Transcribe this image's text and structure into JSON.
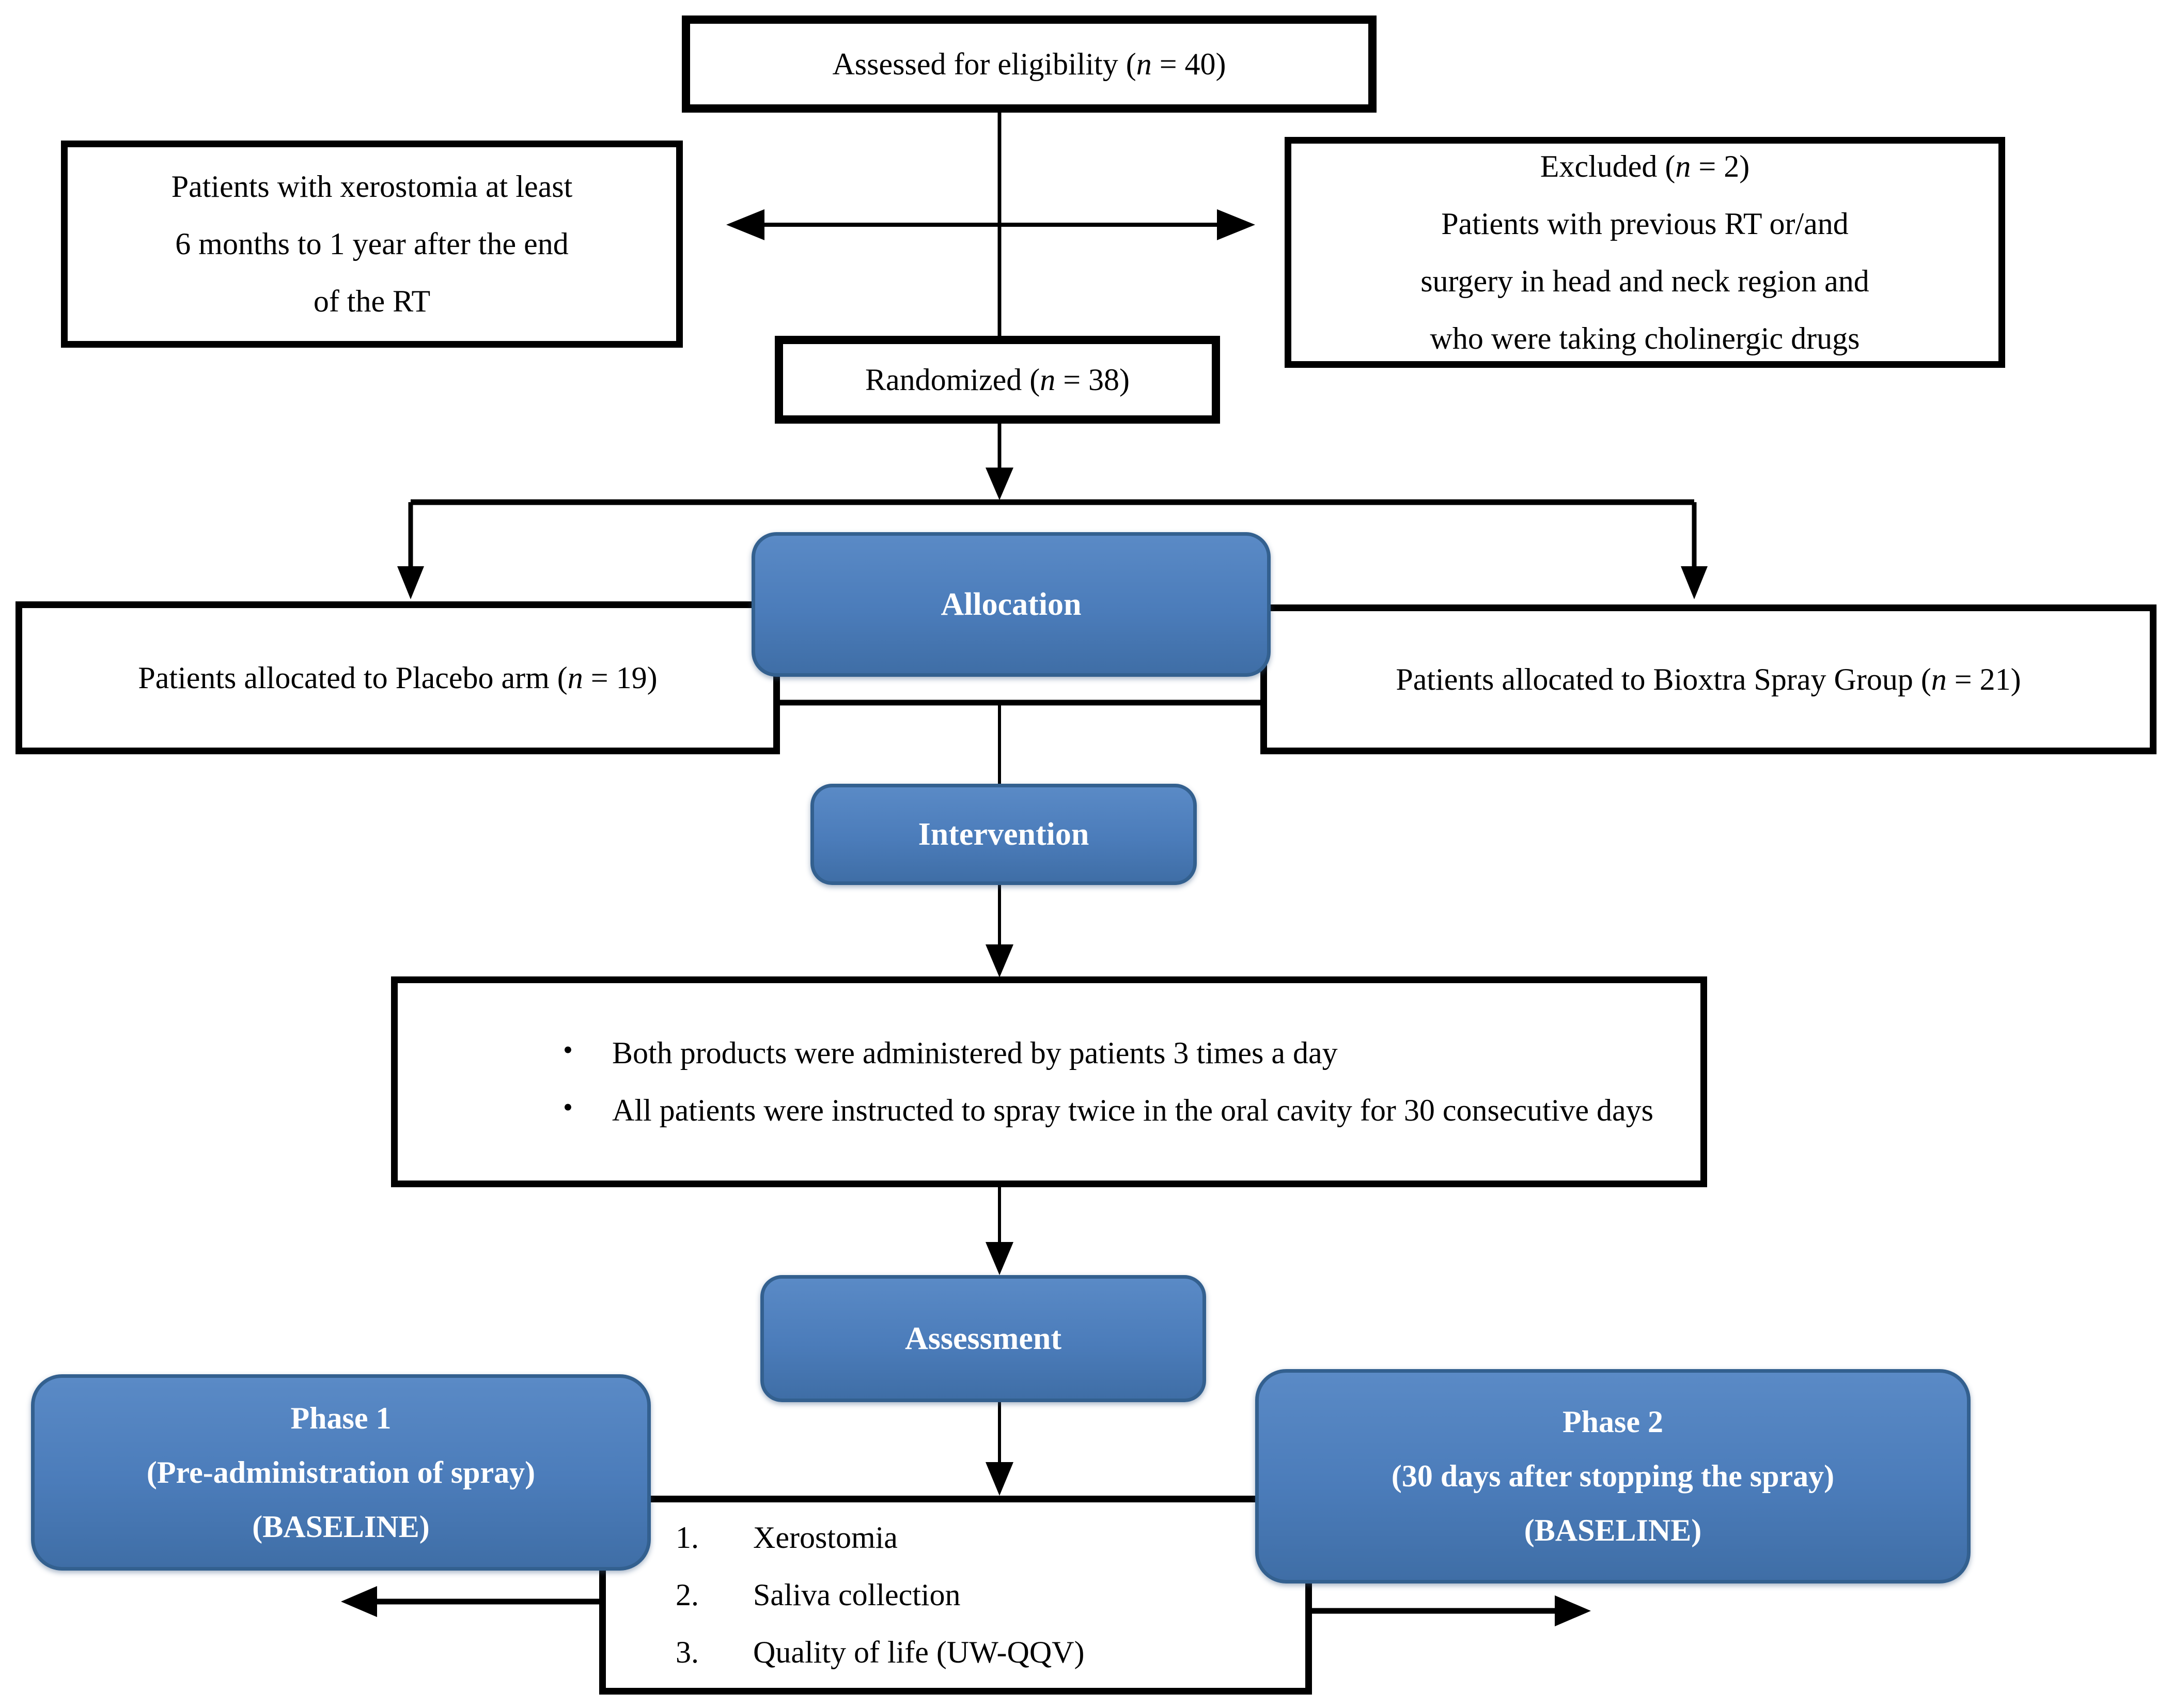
{
  "colors": {
    "box_blue": "#4b7cba",
    "box_blue_highlight": "#5a8ac6",
    "box_blue_shadow": "#3f6ea6",
    "box_blue_border": "#33608f",
    "line_black": "#000000",
    "label_text": "#ffffff"
  },
  "flow": {
    "assessed": {
      "pre": "Assessed for eligibility (",
      "n": "n",
      "post": " = 40)"
    },
    "eligibility_note": {
      "lines": [
        "Patients with xerostomia at least",
        "6 months to 1 year after the end",
        "of the RT"
      ]
    },
    "excluded": {
      "title_pre": "Excluded (",
      "n": "n",
      "title_post": " = 2)",
      "lines": [
        "Patients with previous RT or/and",
        "surgery in head and neck region and",
        "who were taking cholinergic drugs"
      ]
    },
    "randomized": {
      "pre": "Randomized (",
      "n": "n",
      "post": " = 38)"
    },
    "allocation_label": "Allocation",
    "placebo": {
      "pre": "Patients allocated to Placebo arm (",
      "n": "n",
      "post": " = 19)"
    },
    "bioxtra": {
      "pre": "Patients allocated to Bioxtra Spray Group (",
      "n": "n",
      "post": " = 21)"
    },
    "intervention_label": "Intervention",
    "intervention_details": {
      "bullet": "•",
      "items": [
        "Both products were administered by patients 3 times a day",
        "All patients were instructed to spray twice in the oral cavity for 30 consecutive days"
      ]
    },
    "assessment_label": "Assessment",
    "phase1": {
      "lines": [
        "Phase 1",
        "(Pre-administration of spray)",
        "(BASELINE)"
      ]
    },
    "phase2": {
      "lines": [
        "Phase 2",
        "(30 days after stopping the spray)",
        "(BASELINE)"
      ]
    },
    "outcomes": {
      "items": [
        {
          "num": "1.",
          "label": "Xerostomia"
        },
        {
          "num": "2.",
          "label": "Saliva collection"
        },
        {
          "num": "3.",
          "label": "Quality of life (UW-QQV)"
        }
      ]
    }
  }
}
